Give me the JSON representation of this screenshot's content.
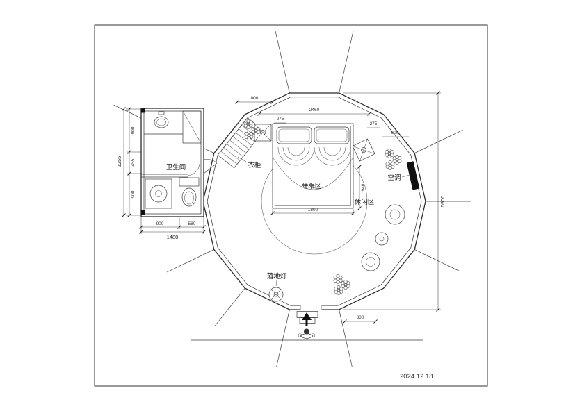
{
  "drawing": {
    "date": "2024.12.18",
    "labels": {
      "bathroom": "卫生间",
      "wardrobe": "衣柜",
      "sleeping_area": "睡眠区",
      "leisure_area": "休闲区",
      "air_conditioner": "空调",
      "floor_lamp": "落地灯"
    },
    "dims": {
      "left_total": "2255",
      "left_seg1": "900",
      "left_seg2": "455",
      "left_seg3": "900",
      "bottom_seg1": "900",
      "bottom_seg2": "580",
      "bottom_total": "1480",
      "height_total": "5900",
      "top_800": "800",
      "top_275a": "275",
      "top_2460": "2460",
      "top_275b": "275",
      "top_600": "600",
      "bed_width": "1800",
      "bed_depth": "940",
      "entry_width": "380"
    },
    "colors": {
      "line": "#2b2b2b",
      "dark_fill": "#111111"
    }
  }
}
